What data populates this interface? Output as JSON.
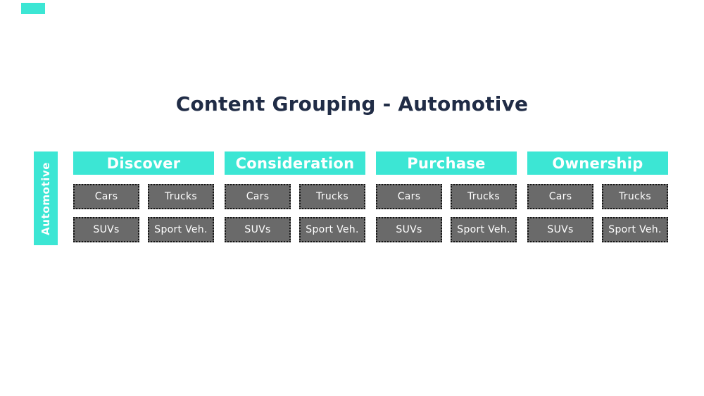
{
  "theme": {
    "accent_color": "#3CE6D4",
    "box_fill": "#6A6A6A",
    "box_border": "#141414",
    "title_color": "#202C46",
    "text_on_fill": "#FFFFFF",
    "background": "#FFFFFF"
  },
  "title": "Content Grouping - Automotive",
  "side_label": "Automotive",
  "groups": [
    {
      "label": "Discover",
      "items": [
        "Cars",
        "Trucks",
        "SUVs",
        "Sport Veh."
      ]
    },
    {
      "label": "Consideration",
      "items": [
        "Cars",
        "Trucks",
        "SUVs",
        "Sport Veh."
      ]
    },
    {
      "label": "Purchase",
      "items": [
        "Cars",
        "Trucks",
        "SUVs",
        "Sport Veh."
      ]
    },
    {
      "label": "Ownership",
      "items": [
        "Cars",
        "Trucks",
        "SUVs",
        "Sport Veh."
      ]
    }
  ]
}
